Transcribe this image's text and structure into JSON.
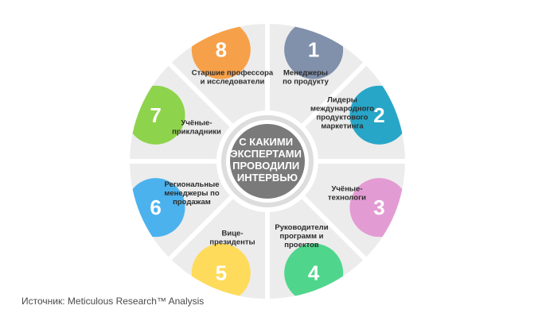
{
  "title_lines": [
    "С КАКИМИ",
    "ЭКСПЕРТАМИ",
    "ПРОВОДИЛИ",
    "ИНТЕРВЬЮ"
  ],
  "segments": [
    {
      "number": "1",
      "label_lines": [
        "Менеджеры",
        "по продукту"
      ],
      "color": "#8190ab",
      "icon": "petal-1"
    },
    {
      "number": "2",
      "label_lines": [
        "Лидеры",
        "международного",
        "продуктового",
        "маркетинга"
      ],
      "color": "#27a6c8",
      "icon": "petal-2"
    },
    {
      "number": "3",
      "label_lines": [
        "Учёные-",
        "технологи"
      ],
      "color": "#e39bd3",
      "icon": "petal-3"
    },
    {
      "number": "4",
      "label_lines": [
        "Руководители",
        "программ и",
        "проектов"
      ],
      "color": "#4fd68c",
      "icon": "petal-4"
    },
    {
      "number": "5",
      "label_lines": [
        "Вице-",
        "президенты"
      ],
      "color": "#fedb5b",
      "icon": "petal-5"
    },
    {
      "number": "6",
      "label_lines": [
        "Региональные",
        "менеджеры по",
        "продажам"
      ],
      "color": "#4bb2ee",
      "icon": "petal-6"
    },
    {
      "number": "7",
      "label_lines": [
        "Учёные-",
        "прикладники"
      ],
      "color": "#8ed34c",
      "icon": "petal-7"
    },
    {
      "number": "8",
      "label_lines": [
        "Старшие профессора",
        "и исследователи"
      ],
      "color": "#f7a04a",
      "icon": "petal-8"
    }
  ],
  "colors": {
    "ring": "#ececec",
    "hub": "#7a7a7a",
    "hub_ring": "#dddddd"
  },
  "source": "Источник: Meticulous Research™ Analysis"
}
